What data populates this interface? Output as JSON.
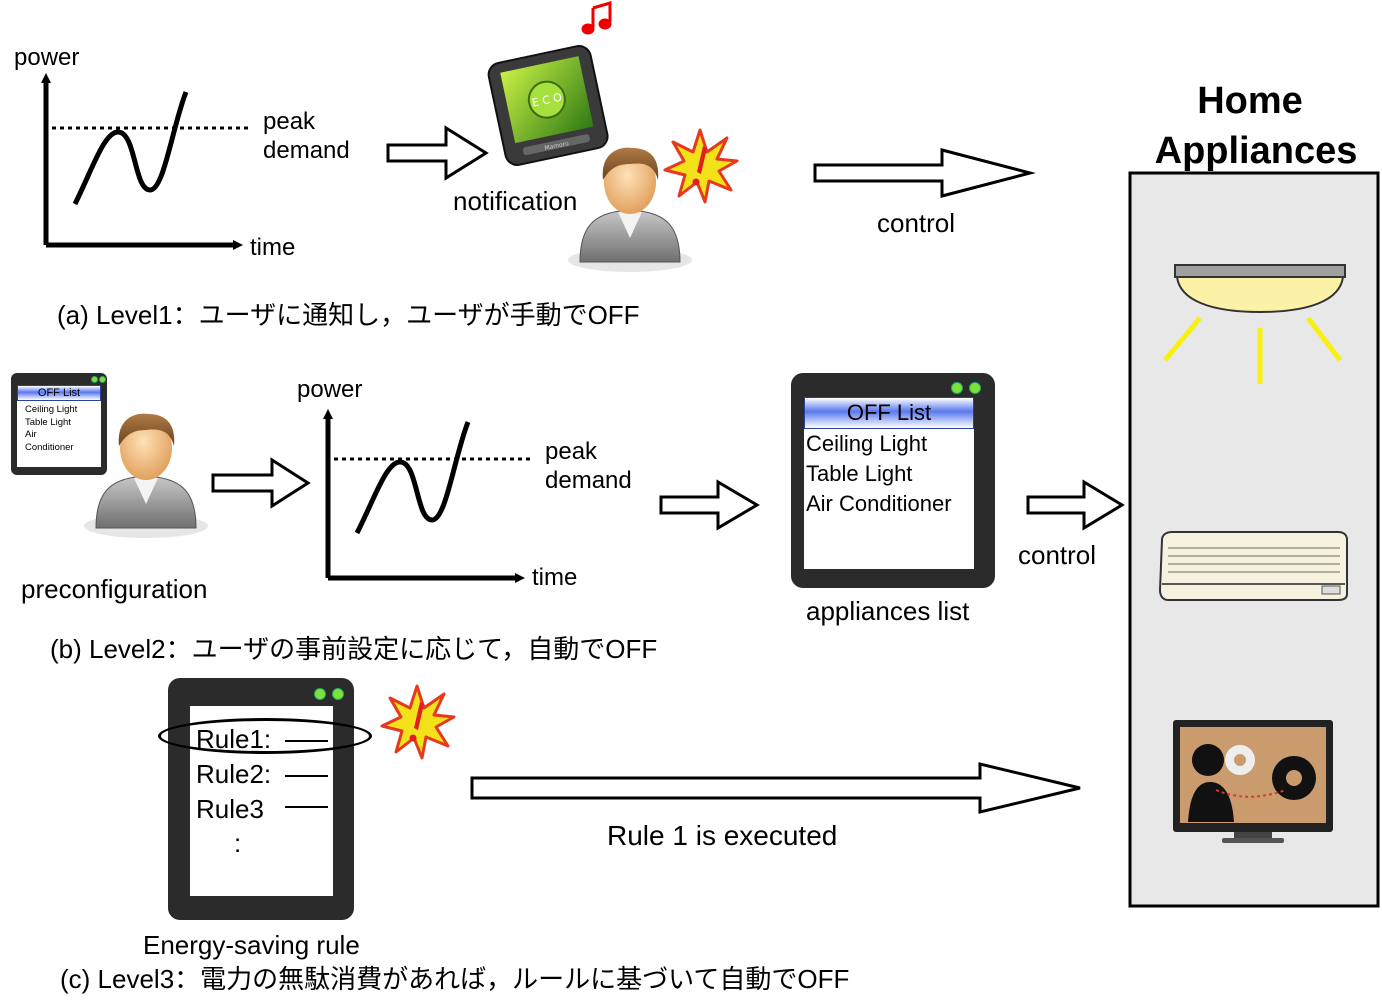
{
  "level1": {
    "graph": {
      "y_axis": "power",
      "x_axis": "time",
      "peak_label_line1": "peak",
      "peak_label_line2": "demand"
    },
    "notification_label": "notification",
    "control_label": "control",
    "caption": "(a) Level1：ユーザに通知し，ユーザが手動でOFF",
    "phone_text": "E C O",
    "phone_brand": "Mamoru"
  },
  "level2": {
    "small_list": {
      "title": "OFF List",
      "items": [
        "Ceiling Light",
        "Table Light",
        "Air",
        "Conditioner"
      ]
    },
    "preconfiguration_label": "preconfiguration",
    "graph": {
      "y_axis": "power",
      "x_axis": "time",
      "peak_label_line1": "peak",
      "peak_label_line2": "demand"
    },
    "list": {
      "title": "OFF List",
      "items": [
        "Ceiling Light",
        "Table Light",
        "Air Conditioner"
      ]
    },
    "appliances_list_label": "appliances list",
    "control_label": "control",
    "caption": "(b) Level2：ユーザの事前設定に応じて，自動でOFF"
  },
  "level3": {
    "rules": [
      "Rule1:",
      "Rule2:",
      "Rule3",
      ":"
    ],
    "rule_panel_label": "Energy-saving rule",
    "executed_label": "Rule 1 is executed",
    "caption": "(c) Level3：電力の無駄消費があれば，ルールに基づいて自動でOFF"
  },
  "home": {
    "title_line1": "Home",
    "title_line2": "Appliances"
  },
  "colors": {
    "light_yellow": "#fbf2a8",
    "ray_yellow": "#f7f011",
    "list_blue": "#5a78ee",
    "panel_dark": "#2b2b2b",
    "home_bg": "#e8e8e8"
  },
  "icons": [
    "music-note-icon",
    "alert-burst-icon",
    "smartphone-icon",
    "user-avatar-icon",
    "ceiling-light-icon",
    "air-conditioner-icon",
    "tv-icon"
  ]
}
